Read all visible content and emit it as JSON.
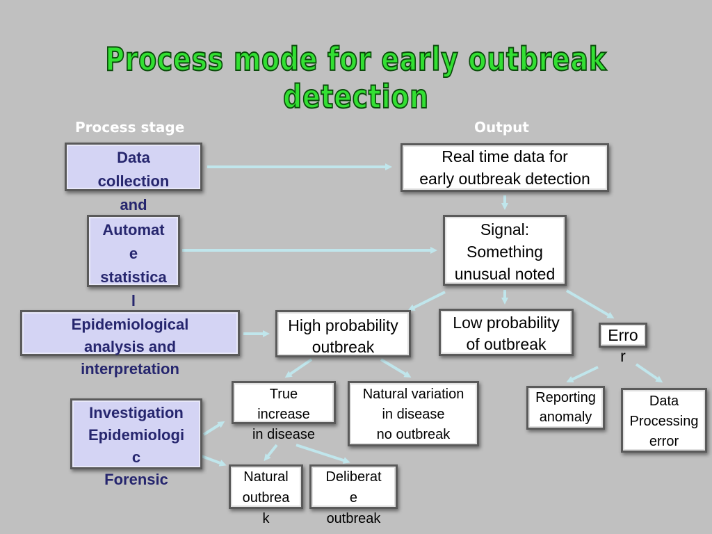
{
  "title": "Process mode for early outbreak detection",
  "headers": {
    "stage": "Process stage",
    "output": "Output"
  },
  "stages": {
    "data_collection": "Data\ncollection\nand\nprocessing",
    "automated_stats": "Automat\ne\nstatistica\nl",
    "epi_analysis": "Epidemiological\nanalysis and\ninterpretation",
    "investigation": "Investigation\nEpidemiologi\nc\nForensic"
  },
  "outputs": {
    "realtime": "Real time data for\nearly outbreak detection",
    "signal": "Signal:\nSomething\nunusual noted",
    "high_prob": "High probability\noutbreak",
    "low_prob": "Low probability\nof outbreak",
    "error": "Erro\nr",
    "true_increase": "True\nincrease\nin disease",
    "natural_variation": "Natural variation\nin disease\nno outbreak",
    "reporting_anomaly": "Reporting\nanomaly",
    "data_processing_error": "Data\nProcessing\nerror",
    "natural_outbreak": "Natural\noutbrea\nk",
    "deliberate_outbreak": "Deliberat\ne\noutbreak"
  },
  "colors": {
    "arrow": "#c0e6ec",
    "title": "#33e033",
    "stage_text": "#26266e"
  }
}
